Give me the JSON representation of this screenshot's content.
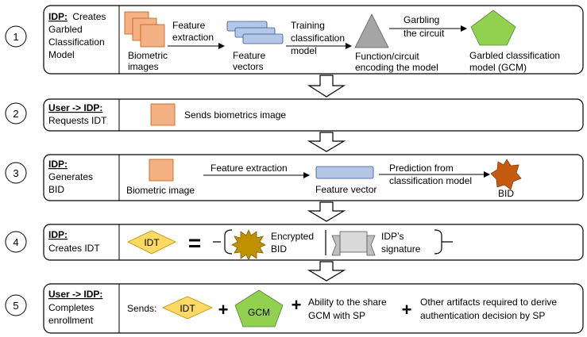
{
  "steps": [
    {
      "number": "1",
      "actor": "IDP:",
      "title_rest": "Creates",
      "title_lines": [
        "Garbled",
        "Classification",
        "Model"
      ],
      "biometric_label": [
        "Biometric",
        "images"
      ],
      "feature_extraction": [
        "Feature",
        "extraction"
      ],
      "feature_vectors": [
        "Feature",
        "vectors"
      ],
      "training": [
        "Training",
        "classification",
        "model"
      ],
      "function_circuit": [
        "Function/circuit",
        "encoding the model"
      ],
      "garbling": [
        "Garbling",
        "the circuit"
      ],
      "gcm_label": [
        "Garbled classification",
        "model (GCM)"
      ]
    },
    {
      "number": "2",
      "actor": "User -> IDP:",
      "title_lines": [
        "Requests IDT"
      ],
      "sends_label": "Sends biometrics image"
    },
    {
      "number": "3",
      "actor": "IDP:",
      "title_lines": [
        "Generates",
        "BID"
      ],
      "biometric_label": "Biometric image",
      "feature_extraction": "Feature extraction",
      "feature_vector": "Feature vector",
      "prediction": [
        "Prediction from",
        "classification model"
      ],
      "bid_label": "BID"
    },
    {
      "number": "4",
      "actor": "IDP:",
      "title_lines": [
        "Creates IDT"
      ],
      "idt_label": "IDT",
      "equals": "=",
      "encrypted": [
        "Encrypted",
        "BID"
      ],
      "signature": [
        "IDP’s",
        "signature"
      ]
    },
    {
      "number": "5",
      "actor": "User -> IDP:",
      "title_lines": [
        "Completes",
        "enrollment"
      ],
      "sends": "Sends:",
      "idt_label": "IDT",
      "plus": "+",
      "gcm_short": "GCM",
      "ability": [
        "Ability to the share",
        "GCM with SP"
      ],
      "other": [
        "Other artifacts required to derive",
        "authentication decision by SP"
      ]
    }
  ],
  "colors": {
    "biometric": "#f4b183",
    "vector": "#b4c7e7",
    "triangle": "#a5a5a5",
    "gcm": "#92d050",
    "bid": "#c55a11",
    "idt": "#ffd966",
    "encrypted": "#bf9000",
    "signature": "#bfbfbf"
  }
}
